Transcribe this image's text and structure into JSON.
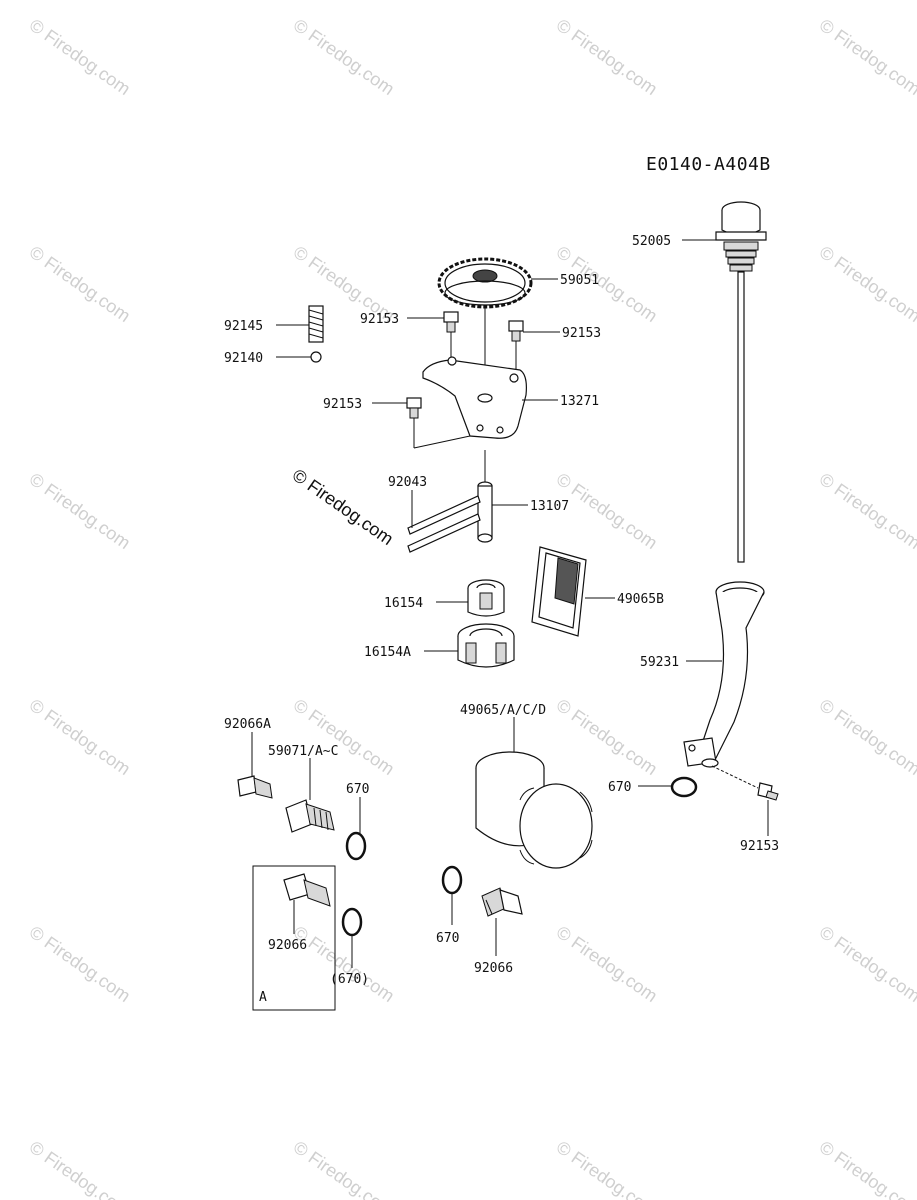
{
  "diagram_code": "E0140-A404B",
  "watermark": {
    "text": "© Firedog.com",
    "main_stamp": "© Firedog.com"
  },
  "inset": {
    "label": "A"
  },
  "parts": {
    "p52005": "52005",
    "p59051": "59051",
    "p92145": "92145",
    "p92140": "92140",
    "p92153_left_top": "92153",
    "p92153_right_top": "92153",
    "p92153_bracket": "92153",
    "p13271": "13271",
    "p92043": "92043",
    "p13107": "13107",
    "p16154": "16154",
    "p16154A": "16154A",
    "p49065B": "49065B",
    "p59231": "59231",
    "p92066A": "92066A",
    "p59071": "59071/A~C",
    "p670_a": "670",
    "p49065": "49065/A/C/D",
    "p670_b": "670",
    "p92153_bottom": "92153",
    "p92066_inset": "92066",
    "p670_inset": "(670)",
    "p670_c": "670",
    "p92066_b": "92066"
  }
}
